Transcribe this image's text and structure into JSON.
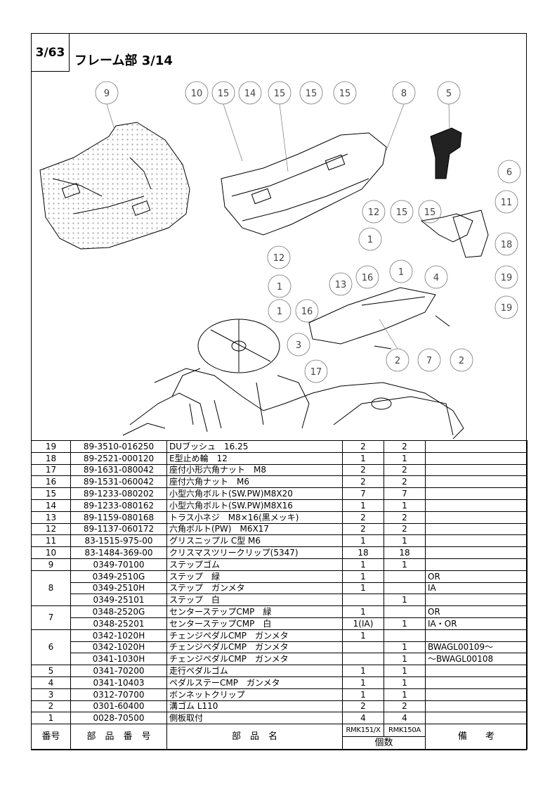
{
  "page": {
    "number": "3/63",
    "title": "フレーム部  3/14"
  },
  "callouts": [
    "9",
    "10",
    "15",
    "14",
    "15",
    "15",
    "15",
    "8",
    "5",
    "6",
    "11",
    "18",
    "12",
    "15",
    "15",
    "12",
    "1",
    "1",
    "16",
    "4",
    "19",
    "19",
    "13",
    "1",
    "16",
    "3",
    "2",
    "7",
    "2",
    "17"
  ],
  "table": {
    "header": {
      "no": "番号",
      "part_no": "部　品　番　号",
      "part_name": "部　品　名",
      "model_a": "RMK151/X",
      "model_b": "RMK150A",
      "qty": "個数",
      "remarks": "備　　考"
    },
    "rows": [
      {
        "no": "19",
        "part": "89-3510-016250",
        "name": "DUブッシュ　16.25",
        "a": "2",
        "b": "2",
        "rem": ""
      },
      {
        "no": "18",
        "part": "89-2521-000120",
        "name": "E型止め輪　12",
        "a": "1",
        "b": "1",
        "rem": ""
      },
      {
        "no": "17",
        "part": "89-1631-080042",
        "name": "座付小形六角ナット　M8",
        "a": "2",
        "b": "2",
        "rem": ""
      },
      {
        "no": "16",
        "part": "89-1531-060042",
        "name": "座付六角ナット　M6",
        "a": "2",
        "b": "2",
        "rem": ""
      },
      {
        "no": "15",
        "part": "89-1233-080202",
        "name": "小型六角ボルト(SW.PW)M8X20",
        "a": "7",
        "b": "7",
        "rem": ""
      },
      {
        "no": "14",
        "part": "89-1233-080162",
        "name": "小型六角ボルト(SW.PW)M8X16",
        "a": "1",
        "b": "1",
        "rem": ""
      },
      {
        "no": "13",
        "part": "89-1159-080168",
        "name": "トラス小ネジ　M8×16(黒メッキ)",
        "a": "2",
        "b": "2",
        "rem": ""
      },
      {
        "no": "12",
        "part": "89-1137-060172",
        "name": "六角ボルト(PW)　M6X17",
        "a": "2",
        "b": "2",
        "rem": ""
      },
      {
        "no": "11",
        "part": "83-1515-975-00",
        "name": "グリスニップル C型 M6",
        "a": "1",
        "b": "1",
        "rem": ""
      },
      {
        "no": "10",
        "part": "83-1484-369-00",
        "name": "クリスマスツリークリップ(5347)",
        "a": "18",
        "b": "18",
        "rem": ""
      },
      {
        "no": "9",
        "part": "0349-70100",
        "name": "ステップゴム",
        "a": "1",
        "b": "1",
        "rem": ""
      },
      {
        "no": "8",
        "part": "0349-2510G",
        "name": "ステップ　緑",
        "a": "1",
        "b": "",
        "rem": "OR"
      },
      {
        "no": "",
        "part": "0349-2510H",
        "name": "ステップ　ガンメタ",
        "a": "1",
        "b": "",
        "rem": "IA"
      },
      {
        "no": "",
        "part": "0349-25101",
        "name": "ステップ　白",
        "a": "",
        "b": "1",
        "rem": ""
      },
      {
        "no": "7",
        "part": "0348-2520G",
        "name": "センターステップCMP　緑",
        "a": "1",
        "b": "",
        "rem": "OR"
      },
      {
        "no": "",
        "part": "0348-25201",
        "name": "センターステップCMP　白",
        "a": "1(IA)",
        "b": "1",
        "rem": "IA・OR"
      },
      {
        "no": "6",
        "part": "0342-1020H",
        "name": "チェンジペダルCMP　ガンメタ",
        "a": "1",
        "b": "",
        "rem": ""
      },
      {
        "no": "",
        "part": "0342-1020H",
        "name": "チェンジペダルCMP　ガンメタ",
        "a": "",
        "b": "1",
        "rem": "BWAGL00109～"
      },
      {
        "no": "",
        "part": "0341-1030H",
        "name": "チェンジペダルCMP　ガンメタ",
        "a": "",
        "b": "1",
        "rem": "～BWAGL00108"
      },
      {
        "no": "5",
        "part": "0341-70200",
        "name": "走行ペダルゴム",
        "a": "1",
        "b": "1",
        "rem": ""
      },
      {
        "no": "4",
        "part": "0341-10403",
        "name": "ペダルステーCMP　ガンメタ",
        "a": "1",
        "b": "1",
        "rem": ""
      },
      {
        "no": "3",
        "part": "0312-70700",
        "name": "ボンネットクリップ",
        "a": "1",
        "b": "1",
        "rem": ""
      },
      {
        "no": "2",
        "part": "0301-60400",
        "name": "溝ゴム L110",
        "a": "2",
        "b": "2",
        "rem": ""
      },
      {
        "no": "1",
        "part": "0028-70500",
        "name": "側板取付",
        "a": "4",
        "b": "4",
        "rem": ""
      }
    ]
  }
}
